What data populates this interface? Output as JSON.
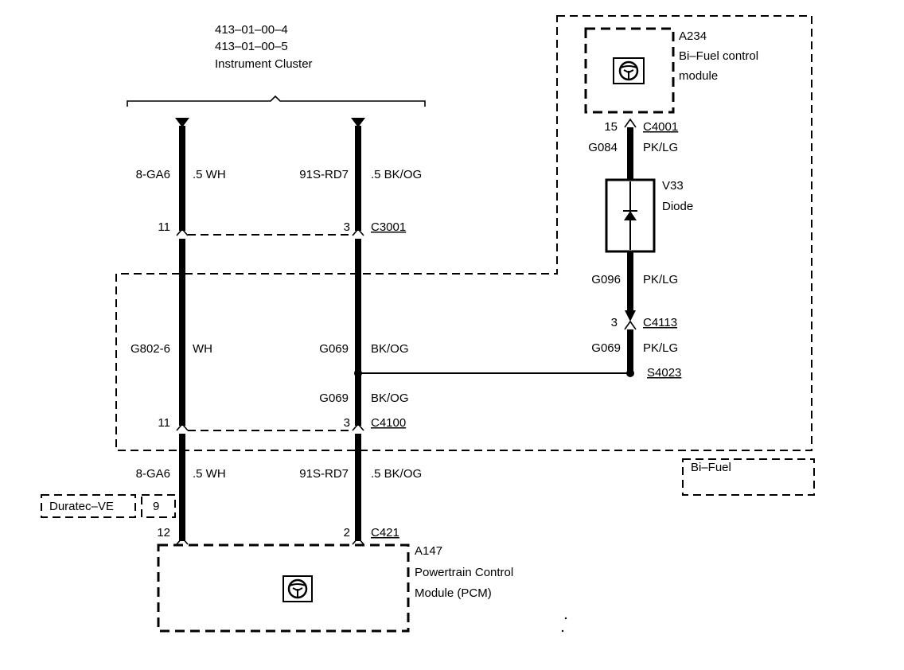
{
  "cluster": {
    "ref1": "413–01–00–4",
    "ref2": "413–01–00–5",
    "name": "Instrument Cluster"
  },
  "left_wire": {
    "upper_circuit": "8-GA6",
    "upper_color": ".5 WH",
    "pin_c3001": "11",
    "mid_circuit": "G802-6",
    "mid_color": "WH",
    "pin_c4100": "11",
    "lower_circuit": "8-GA6",
    "lower_color": ".5 WH",
    "pin_c421": "12"
  },
  "right_wire": {
    "upper_circuit": "91S-RD7",
    "upper_color": ".5 BK/OG",
    "pin_c3001": "3",
    "connector_c3001": "C3001",
    "mid_circuit1": "G069",
    "mid_color1": "BK/OG",
    "mid_circuit2": "G069",
    "mid_color2": "BK/OG",
    "pin_c4100": "3",
    "connector_c4100": "C4100",
    "lower_circuit": "91S-RD7",
    "lower_color": ".5 BK/OG",
    "pin_c421": "2",
    "connector_c421": "C421"
  },
  "bifuel_module": {
    "id": "A234",
    "line1": "Bi–Fuel control",
    "line2": "module",
    "pin": "15",
    "connector": "C4001",
    "circuit1": "G084",
    "color1": "PK/LG",
    "diode_id": "V33",
    "diode_name": "Diode",
    "circuit2": "G096",
    "color2": "PK/LG",
    "pin2": "3",
    "connector2": "C4113",
    "circuit3": "G069",
    "color3": "PK/LG",
    "splice": "S4023"
  },
  "bifuel_label": "Bi–Fuel",
  "duratec": {
    "label": "Duratec–VE",
    "pin": "9"
  },
  "pcm": {
    "id": "A147",
    "line1": "Powertrain Control",
    "line2": "Module (PCM)"
  }
}
